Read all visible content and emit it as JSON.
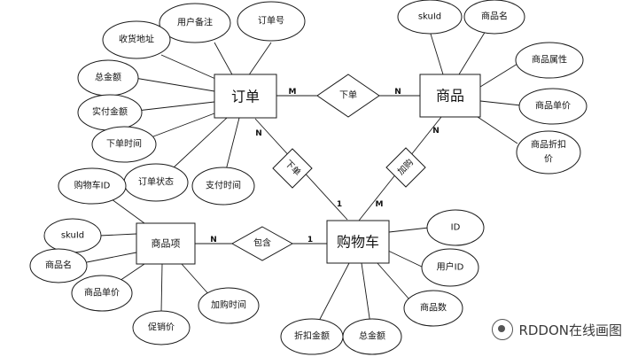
{
  "entities": {
    "order": "订单",
    "product": "商品",
    "cart": "购物车",
    "item": "商品项"
  },
  "relationships": {
    "place_order_top": "下单",
    "place_order_diag": "下单",
    "add_to_cart": "加购",
    "contains": "包含"
  },
  "cardinalities": {
    "order_place_m": "M",
    "product_place_n": "N",
    "order_cart_n": "N",
    "cart_order_1": "1",
    "product_add_n": "N",
    "cart_add_m": "M",
    "item_contains_n": "N",
    "cart_contains_1": "1"
  },
  "attributes": {
    "order": {
      "user_note": "用户备注",
      "order_no": "订单号",
      "shipping_address": "收货地址",
      "total_amount": "总金额",
      "paid_amount": "实付金额",
      "order_time": "下单时间",
      "order_status": "订单状态",
      "pay_time": "支付时间"
    },
    "product": {
      "sku_id": "skuId",
      "name": "商品名",
      "attrs": "商品属性",
      "unit_price": "商品单价",
      "discount_1": "商品折扣",
      "discount_2": "价"
    },
    "cart": {
      "id": "ID",
      "user_id": "用户ID",
      "quantity": "商品数",
      "discount_amount": "折扣金额",
      "total_amount": "总金额"
    },
    "item": {
      "cart_id": "购物车ID",
      "sku_id": "skuId",
      "name": "商品名",
      "unit_price": "商品单价",
      "promo_price": "促销价",
      "add_time": "加购时间"
    }
  },
  "watermark": "RDDON在线画图"
}
